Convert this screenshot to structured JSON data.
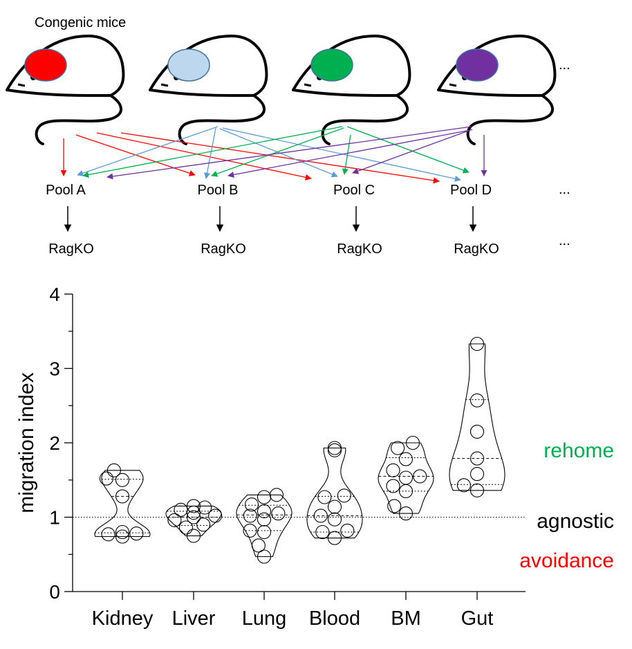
{
  "schematic": {
    "title": "Congenic mice",
    "mice": [
      {
        "color": "#ff0000"
      },
      {
        "color": "#bdd7ee"
      },
      {
        "color": "#00b050"
      },
      {
        "color": "#7030a0"
      }
    ],
    "pools": [
      "Pool A",
      "Pool B",
      "Pool C",
      "Pool D"
    ],
    "recipient": "RagKO",
    "ellipsis": "..."
  },
  "chart_data": {
    "type": "violin",
    "ylabel": "migration index",
    "ylim": [
      0,
      4
    ],
    "yticks": [
      "0",
      "1",
      "2",
      "3",
      "4"
    ],
    "categories": [
      "Kidney",
      "Liver",
      "Lung",
      "Blood",
      "BM",
      "Gut"
    ],
    "reference_line": 1.0,
    "annotations": [
      {
        "text": "rehome",
        "y": 1.9,
        "color": "#00b050"
      },
      {
        "text": "agnostic",
        "y": 0.95,
        "color": "#000000"
      },
      {
        "text": "avoidance",
        "y": 0.42,
        "color": "#ff0000"
      }
    ],
    "series": [
      {
        "values": [
          0.74,
          0.77,
          0.78,
          0.8,
          1.28,
          1.5,
          1.52,
          1.63
        ],
        "median": 1.28,
        "q1": 0.79,
        "q3": 1.51,
        "min": 0.74,
        "max": 1.63
      },
      {
        "values": [
          0.75,
          0.86,
          0.9,
          0.96,
          1.0,
          1.02,
          1.06,
          1.1,
          1.13,
          1.15
        ],
        "median": 1.0,
        "q1": 0.89,
        "q3": 1.08,
        "min": 0.75,
        "max": 1.15
      },
      {
        "values": [
          0.47,
          0.62,
          0.8,
          0.82,
          0.97,
          1.02,
          1.05,
          1.08,
          1.17,
          1.27,
          1.3
        ],
        "median": 1.03,
        "q1": 0.82,
        "q3": 1.16,
        "min": 0.47,
        "max": 1.3
      },
      {
        "values": [
          0.72,
          0.8,
          0.82,
          0.97,
          1.02,
          1.14,
          1.27,
          1.29,
          1.9,
          1.93
        ],
        "median": 1.02,
        "q1": 0.8,
        "q3": 1.28,
        "min": 0.72,
        "max": 1.93
      },
      {
        "values": [
          1.05,
          1.15,
          1.35,
          1.42,
          1.53,
          1.55,
          1.63,
          1.78,
          1.93,
          2.0
        ],
        "median": 1.55,
        "q1": 1.35,
        "q3": 1.8,
        "min": 1.05,
        "max": 2.0
      },
      {
        "values": [
          1.36,
          1.43,
          1.58,
          1.79,
          2.15,
          2.57,
          3.33
        ],
        "median": 1.79,
        "q1": 1.44,
        "q3": 2.58,
        "min": 1.36,
        "max": 3.33
      }
    ]
  }
}
